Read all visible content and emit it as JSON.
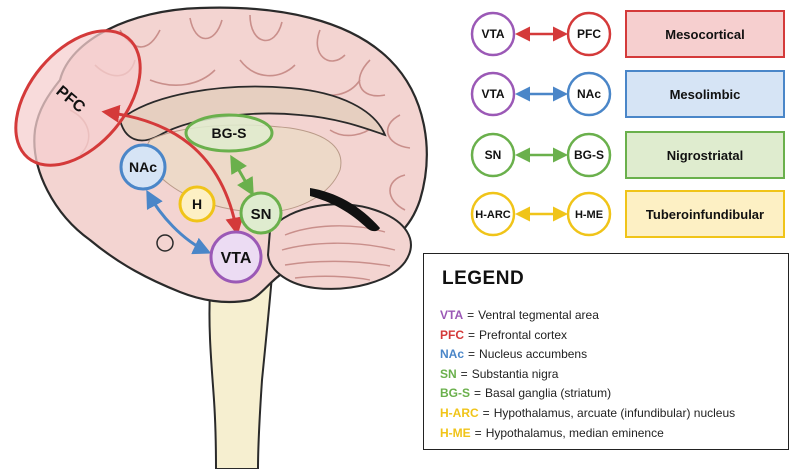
{
  "colors": {
    "purple": "#9b59b6",
    "red": "#d43a3a",
    "blue": "#4a86c8",
    "green": "#6ab04c",
    "yellow": "#f0c419",
    "red_fill": "#f6cfcf",
    "blue_fill": "#d6e4f5",
    "green_fill": "#dfeccf",
    "yellow_fill": "#fdf0c4",
    "brain_fill": "#f3d4d1",
    "brain_stroke": "#2a2a2a",
    "stem_fill": "#f6efd0"
  },
  "brain_labels": {
    "pfc": "PFC",
    "nac": "NAc",
    "h": "H",
    "bgs": "BG-S",
    "sn": "SN",
    "vta": "VTA"
  },
  "pathways": [
    {
      "from": "VTA",
      "to": "PFC",
      "name": "Mesocortical",
      "color_key": "red"
    },
    {
      "from": "VTA",
      "to": "NAc",
      "name": "Mesolimbic",
      "color_key": "blue"
    },
    {
      "from": "SN",
      "to": "BG-S",
      "name": "Nigrostriatal",
      "color_key": "green"
    },
    {
      "from": "H-ARC",
      "to": "H-ME",
      "name": "Tuberoinfundibular",
      "color_key": "yellow"
    }
  ],
  "legend": {
    "title": "LEGEND",
    "separator": "=",
    "items": [
      {
        "abbr": "VTA",
        "desc": "Ventral tegmental area",
        "color_key": "purple"
      },
      {
        "abbr": "PFC",
        "desc": "Prefrontal cortex",
        "color_key": "red"
      },
      {
        "abbr": "NAc",
        "desc": "Nucleus accumbens",
        "color_key": "blue"
      },
      {
        "abbr": "SN",
        "desc": "Substantia nigra",
        "color_key": "green"
      },
      {
        "abbr": "BG-S",
        "desc": "Basal ganglia (striatum)",
        "color_key": "green"
      },
      {
        "abbr": "H-ARC",
        "desc": "Hypothalamus, arcuate (infundibular) nucleus",
        "color_key": "yellow"
      },
      {
        "abbr": "H-ME",
        "desc": "Hypothalamus, median eminence",
        "color_key": "yellow"
      }
    ]
  }
}
